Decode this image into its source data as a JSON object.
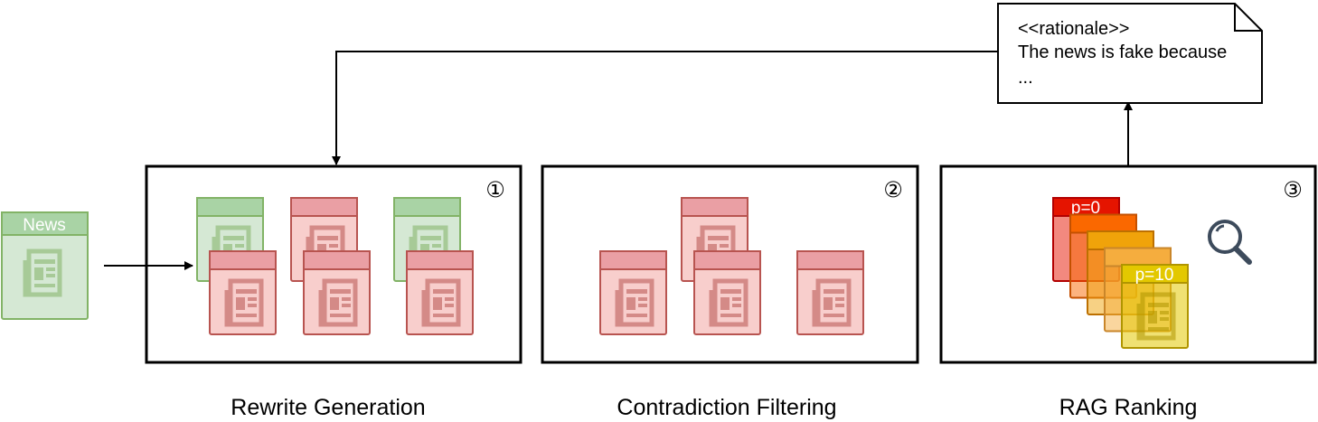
{
  "input_doc": {
    "label": "News"
  },
  "stages": [
    {
      "number": "①",
      "label": "Rewrite Generation"
    },
    {
      "number": "②",
      "label": "Contradiction Filtering"
    },
    {
      "number": "③",
      "label": "RAG Ranking"
    }
  ],
  "stage1_docs": {
    "back_row": [
      "green",
      "red",
      "green"
    ],
    "front_row": [
      "red",
      "red",
      "red"
    ]
  },
  "stage2_docs": [
    "red",
    "red",
    "red",
    "red"
  ],
  "stage3_ranked_docs": {
    "top_label": "p=0",
    "bottom_label": "p=10",
    "colors": [
      "#e51400",
      "#fa6800",
      "#f0a30a",
      "#f5ad3e",
      "#e3c800"
    ]
  },
  "note": {
    "stereotype": "<<rationale>>",
    "line1": "The news is fake because",
    "line2": "..."
  },
  "icons": [
    "news-document-icon",
    "magnifier-icon",
    "circled-number-icon"
  ],
  "colors": {
    "green_fill": "#d5e8d4",
    "green_stroke": "#82b366",
    "green_header": "#a9d3a5",
    "red_fill": "#f8cecc",
    "red_stroke": "#b85450",
    "red_header": "#ea9fa4",
    "yellow_fill": "#fff2a8",
    "yellow_stroke": "#d6b656"
  }
}
